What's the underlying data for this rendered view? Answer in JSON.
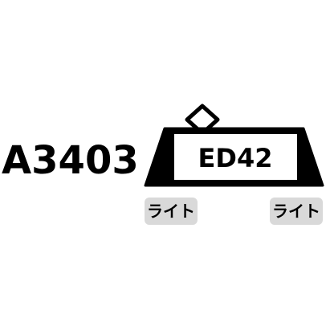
{
  "product_code": "A3403",
  "locomotive": {
    "model": "ED42",
    "icon": "electric-locomotive-icon",
    "colors": {
      "body_fill": "#ffffff",
      "outline": "#000000",
      "end_fill": "#000000"
    }
  },
  "lights": {
    "left_label": "ライト",
    "right_label": "ライト",
    "badge_color": "#d9d9d9"
  }
}
